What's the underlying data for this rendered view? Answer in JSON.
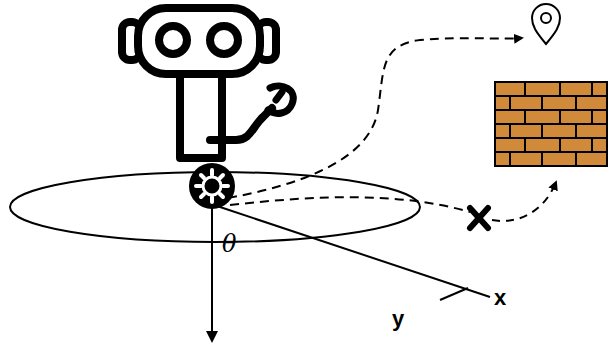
{
  "diagram": {
    "labels": [
      "θ",
      "x",
      "y"
    ]
  }
}
